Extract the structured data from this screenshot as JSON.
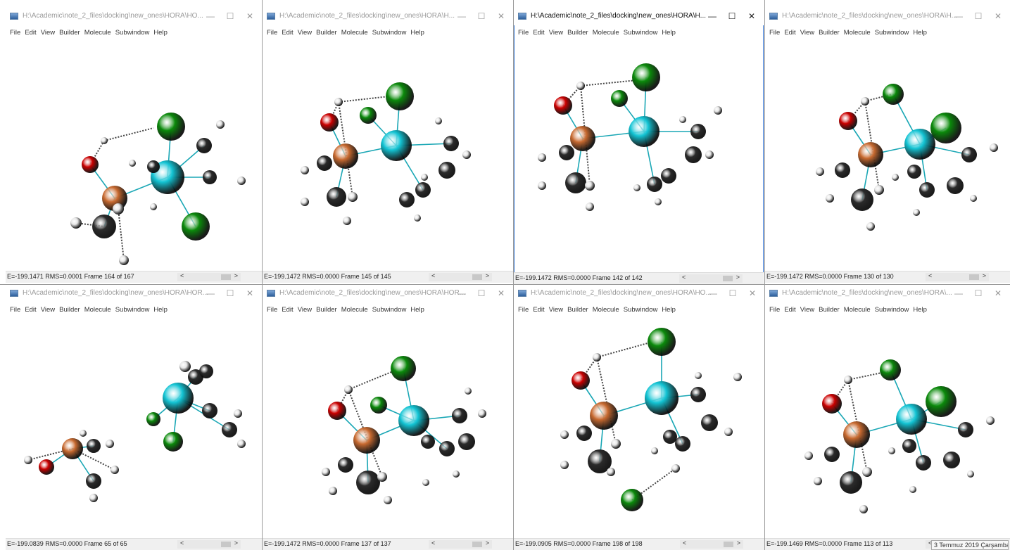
{
  "menu": [
    "File",
    "Edit",
    "View",
    "Builder",
    "Molecule",
    "Subwindow",
    "Help"
  ],
  "controls": {
    "minimize": "—",
    "maximize": "☐",
    "close": "✕"
  },
  "scroll": {
    "left": "<",
    "right": ">"
  },
  "windows": [
    {
      "title": "H:\\Academic\\note_2_files\\docking\\new_ones\\HORA\\HO...",
      "status": "E=-199.1471 RMS=0.0001 Frame 164 of 167"
    },
    {
      "title": "H:\\Academic\\note_2_files\\docking\\new_ones\\HORA\\H...",
      "status": "E=-199.1472 RMS=0.0000 Frame 145 of 145"
    },
    {
      "title": "H:\\Academic\\note_2_files\\docking\\new_ones\\HORA\\H...",
      "status": "E=-199.1472 RMS=0.0000 Frame 142 of 142"
    },
    {
      "title": "H:\\Academic\\note_2_files\\docking\\new_ones\\HORA\\H...",
      "status": "E=-199.1472 RMS=0.0000 Frame 130 of 130"
    },
    {
      "title": "H:\\Academic\\note_2_files\\docking\\new_ones\\HORA\\HOR...",
      "status": "E=-199.0839 RMS=0.0000 Frame 65 of 65"
    },
    {
      "title": "H:\\Academic\\note_2_files\\docking\\new_ones\\HORA\\HOR...",
      "status": "E=-199.1472 RMS=0.0000 Frame 137 of 137"
    },
    {
      "title": "H:\\Academic\\note_2_files\\docking\\new_ones\\HORA\\HO...",
      "status": "E=-199.0905 RMS=0.0000 Frame 198 of 198"
    },
    {
      "title": "H:\\Academic\\note_2_files\\docking\\new_ones\\HORA\\...",
      "status": "E=-199.1469 RMS=0.0000 Frame 113 of 113"
    }
  ],
  "taskbar_date": "3 Temmuz 2019 Çarşamba",
  "colors": {
    "carbon": "#2b2b2b",
    "hydrogen": "#e6e6e6",
    "oxygen": "#cc0000",
    "chlorine": "#0b8a0b",
    "copper": "#c86a30",
    "metal": "#13c4d4"
  }
}
